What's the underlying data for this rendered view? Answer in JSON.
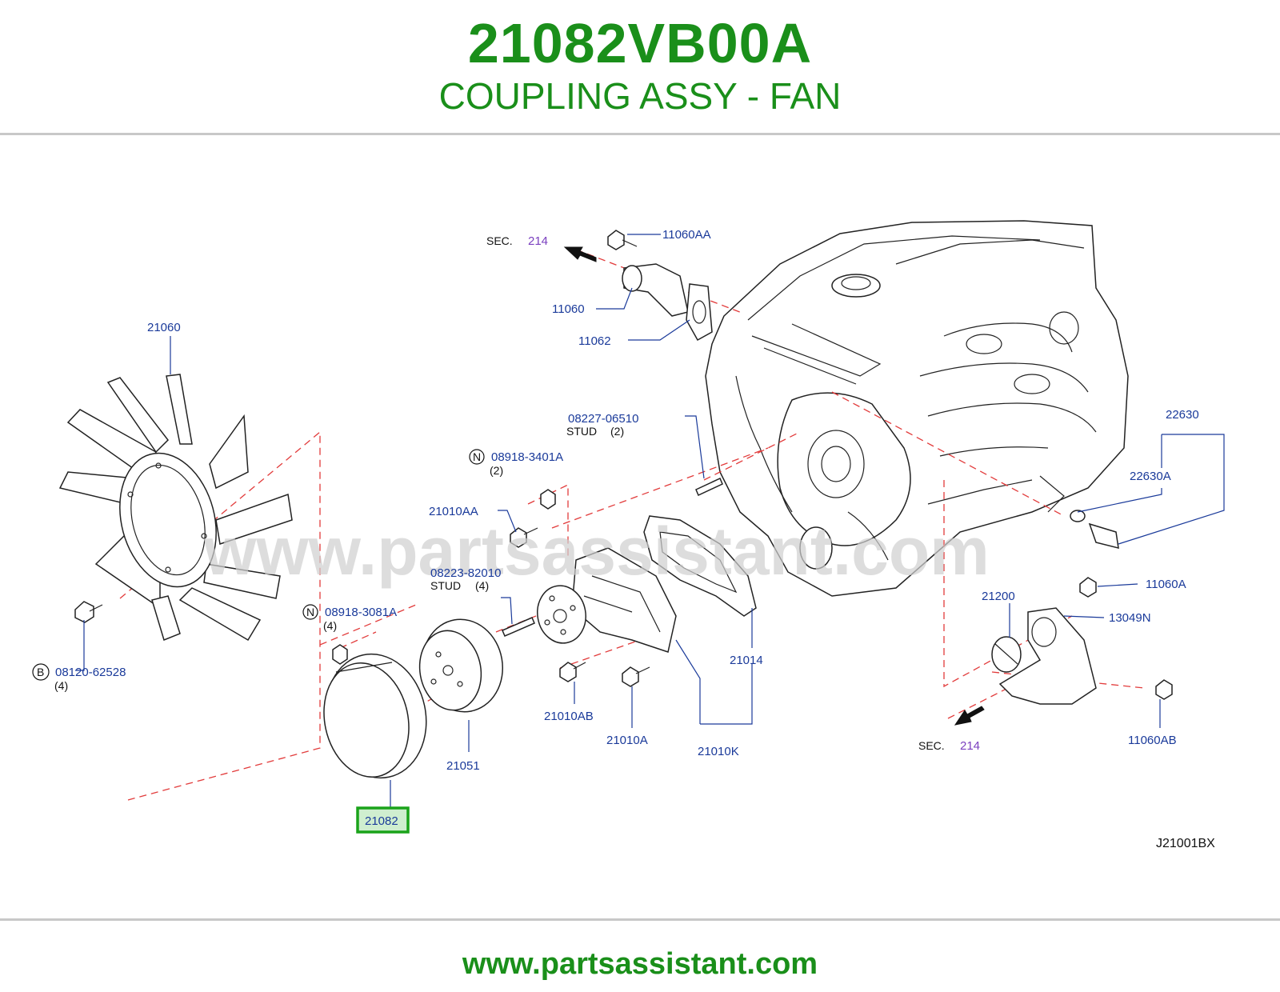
{
  "header": {
    "part_number": "21082VB00A",
    "part_name": "COUPLING ASSY - FAN"
  },
  "footer": {
    "website": "www.partsassistant.com"
  },
  "diagram": {
    "watermark": "www.partsassistant.com",
    "diagram_id": "J21001BX",
    "highlighted_part": "21082",
    "colors": {
      "brand": "#1a8f1a",
      "callout": "#1a3a9a",
      "section_ref": "#7a3fbf",
      "leader_dash": "#e23b3b"
    },
    "section_refs": [
      {
        "prefix": "SEC.",
        "number": "214"
      },
      {
        "prefix": "SEC.",
        "number": "214"
      }
    ],
    "callouts": {
      "c11060AA": "11060AA",
      "c11060": "11060",
      "c11062": "11062",
      "c21060": "21060",
      "c08227": "08227-06510",
      "c08227_note": "STUD",
      "c08227_qty": "(2)",
      "c08918_3401": "08918-3401A",
      "c08918_3401_qty": "(2)",
      "c08918_3401_badge": "N",
      "c21010AA": "21010AA",
      "c08223": "08223-82010",
      "c08223_note": "STUD",
      "c08223_qty": "(4)",
      "c08918_3081": "08918-3081A",
      "c08918_3081_qty": "(4)",
      "c08918_3081_badge": "N",
      "c08120": "08120-62528",
      "c08120_qty": "(4)",
      "c08120_badge": "B",
      "c21051": "21051",
      "c21010AB": "21010AB",
      "c21010A": "21010A",
      "c21010K": "21010K",
      "c21014": "21014",
      "c22630": "22630",
      "c22630A": "22630A",
      "c21200": "21200",
      "c11060A": "11060A",
      "c13049N": "13049N",
      "c11060AB": "11060AB"
    }
  }
}
